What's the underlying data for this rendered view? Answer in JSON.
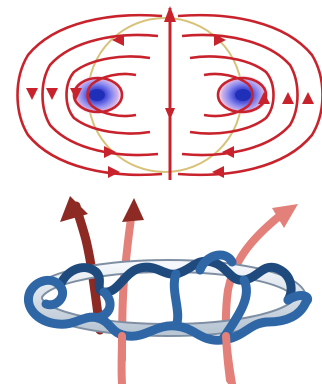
{
  "colors": {
    "field_line": "#c8232c",
    "yellow_ring": "#d8c27a",
    "blob_core": "#1f2fb8",
    "blob_mid": "#6f6fe6",
    "blob_glow": "#e6c2e6",
    "ring_fill": "#dde4ec",
    "ring_stroke": "#7f8fa3",
    "coil_blue": "#2f67a6",
    "coil_blue_dark": "#1e4a7e",
    "arrow_salmon": "#e3807a",
    "arrow_dark": "#8d2a24"
  },
  "top_panel": {
    "source_markers": [
      "left-blob",
      "right-blob"
    ]
  },
  "bottom_panel": {
    "arrows": [
      "left-dark-arrow",
      "center-salmon-arrow",
      "right-salmon-arrow"
    ]
  }
}
